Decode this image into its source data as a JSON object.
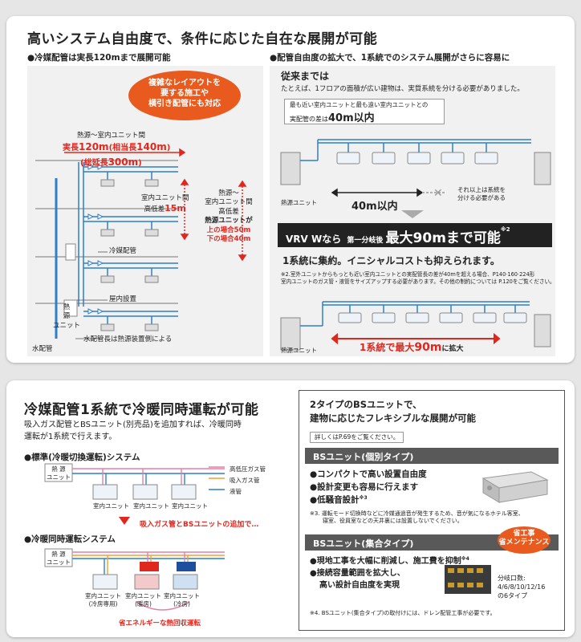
{
  "s1": {
    "title": "高いシステム自由度で、条件に応じた自在な展開が可能",
    "left": {
      "heading": "●冷媒配管は実長120mまで展開可能",
      "bubble": [
        "複雑なレイアウトを",
        "要する施工や",
        "横引き配管にも対応"
      ],
      "pipe_label": "熱源～室内ユニット間",
      "length1_a": "実長",
      "length1_b": "120m",
      "length1_c": "(相当長",
      "length1_d": "140m",
      "length1_e": ")",
      "total_a": "(総延長",
      "total_b": "300m",
      "total_c": ")",
      "indoor_diff_a": "室内ユニット間",
      "indoor_diff_b": "高低差",
      "indoor_diff_c": "15m",
      "heat_diff": [
        "熱源～",
        "室内ユニット間",
        "高低差",
        "熱源ユニットが",
        "上の場合50m",
        "下の場合40m"
      ],
      "refrig_pipe": "冷媒配管",
      "indoor_install": "屋内設置",
      "heat_unit": [
        "熱",
        "源",
        "ユニット"
      ],
      "water_pipe": "水配管",
      "water_note": "水配管長は熱源装置側による"
    },
    "right": {
      "heading": "●配管自由度の拡大で、1系統でのシステム展開がさらに容易に",
      "until_now": "従来までは",
      "desc": "たとえば、1フロアの面積が広い建物は、実質系統を分ける必要がありました。",
      "box_a": "最も近い室内ユニットと最も遠い室内ユニットとの",
      "box_b": "実配管の差は",
      "box_c": "40m以内",
      "heat_unit": "熱源ユニット",
      "range": "40m以内",
      "beyond": [
        "それ以上は系統を",
        "分ける必要がある"
      ],
      "bar_a": "VRV Wなら",
      "bar_b": "第一分岐後",
      "bar_c": "最大90mまで可能",
      "bar_sup": "※2",
      "sub": "1系統に集約。イニシャルコストも抑えられます。",
      "note": [
        "※2.室外ユニットからもっとも近い室内ユニットとの実配管長の差が40mを超える場合、P140·160·224形",
        "室内ユニットのガス管・液管をサイズアップする必要があります。その他の制約については P.120をご覧ください。"
      ],
      "heat_unit2": "熱源ユニット",
      "range2_a": "1系統で最大",
      "range2_b": "90m",
      "range2_c": "に拡大"
    }
  },
  "s2": {
    "title": "冷媒配管1系統で冷暖同時運転が可能",
    "desc": [
      "吸入ガス配管とBSユニット(別売品)を追加すれば、冷暖同時",
      "運転が1系統で行えます。"
    ],
    "std_heading": "●標準(冷暖切換運転)システム",
    "heat_unit": [
      "熱 源",
      "ユニット"
    ],
    "legend": [
      "高低圧ガス管",
      "吸入ガス管",
      "液管"
    ],
    "indoor": "室内ユニット",
    "add_note": "吸入ガス管とBSユニットの追加で…",
    "sim_heading": "●冷暖同時運転システム",
    "unit_cool": [
      "室内ユニット",
      "(冷房専用)"
    ],
    "unit_heat": [
      "室内ユニット",
      "(暖房)"
    ],
    "unit_cold": [
      "室内ユニット",
      "(冷房)"
    ],
    "energy": "省エネルギーな熱回収運転",
    "right": {
      "title_a": "2タイプのBSユニットで、",
      "title_b": "建物に応じたフレキシブルな展開が可能",
      "ref": "詳しくはP.69をご覧ください。",
      "bar1": "BSユニット(個別タイプ)",
      "b1": [
        "●コンパクトで高い設置自由度",
        "●設計変更も容易に行えます",
        "●低騒音設計"
      ],
      "b1_sup": "※3",
      "note3": [
        "※3. 運転モード切換時などに冷媒通過音が発生するため、音が気になるホテル客室、",
        "寝室、役員室などの天井裏には設置しないでください。"
      ],
      "bar2": "BSユニット(集合タイプ)",
      "badge": [
        "省工事",
        "省メンテナンス"
      ],
      "b2a": "●現地工事を大幅に削減し、施工費を抑制",
      "b2a_sup": "※4",
      "b2b": [
        "●接続容量範囲を拡大し、",
        "高い設計自由度を実現"
      ],
      "branch": [
        "分岐口数:",
        "4/6/8/10/12/16",
        "の6タイプ"
      ],
      "note4": "※4. BSユニット(集合タイプ)の取付けには、ドレン配管工事が必要です。"
    }
  },
  "colors": {
    "red": "#e0271e",
    "blue": "#1c5fa8",
    "orange": "#e85a1e",
    "pink": "#e87ea1",
    "amber": "#f0a030",
    "lblue": "#2f7fc9"
  }
}
